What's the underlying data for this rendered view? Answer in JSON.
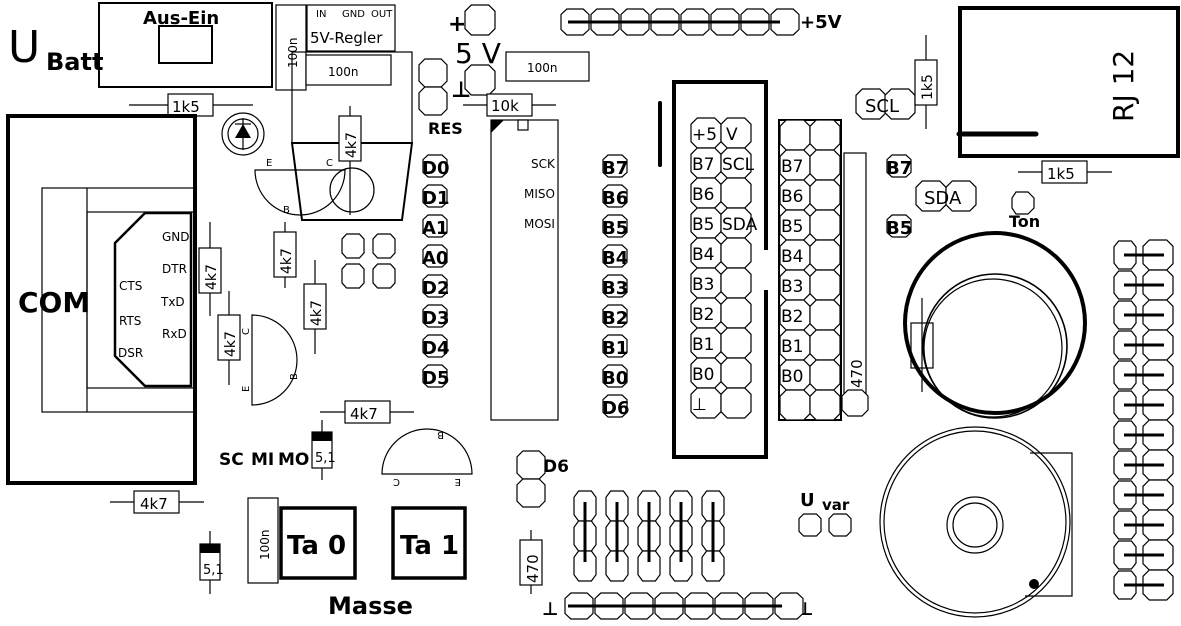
{
  "board": {
    "title_power": "U",
    "title_power_sub": "Batt",
    "switch_label": "Aus-Ein",
    "regulator_label": "5V-Regler",
    "regulator_pins": [
      "IN",
      "GND",
      "OUT"
    ],
    "supply_label": "5 V",
    "plus_label": "+",
    "ground_symbol": "⊥",
    "rail_top_label": "+5V",
    "reset_label": "RES",
    "com_label": "COM",
    "com_pins_left": [
      "CTS",
      "RTS",
      "DSR"
    ],
    "com_pins_right": [
      "GND",
      "DTR",
      "TxD",
      "RxD"
    ],
    "rj_label": "RJ 12",
    "tone_label": "Ton",
    "uvar_label": "U",
    "uvar_sub": "var",
    "ground_label": "Masse",
    "button_labels": [
      "Ta 0",
      "Ta 1"
    ],
    "isp_pads": [
      "SC",
      "MI",
      "MO"
    ],
    "transistor_pins": [
      "E",
      "B",
      "C"
    ]
  },
  "components": {
    "resistors": {
      "r_1k5_top": "1k5",
      "r_1k5_right_v": "1k5",
      "r_1k5_rj": "1k5",
      "r_10k": "10k",
      "r_4k7": "4k7",
      "r_470": "470"
    },
    "capacitors": {
      "c_100n": "100n"
    },
    "zener": "5,1"
  },
  "mcu": {
    "spi_labels": [
      "SCK",
      "MISO",
      "MOSI"
    ],
    "left_pins": [
      "D0",
      "D1",
      "A1",
      "A0",
      "D2",
      "D3",
      "D4",
      "D5"
    ],
    "right_pins": [
      "B7",
      "B6",
      "B5",
      "B4",
      "B3",
      "B2",
      "B1",
      "B0",
      "D6"
    ]
  },
  "header": {
    "left_col": [
      "+5",
      "B7",
      "B6",
      "B5",
      "B4",
      "B3",
      "B2",
      "B1",
      "B0",
      "⊥"
    ],
    "right_col": [
      "V",
      "SCL",
      "",
      "SDA",
      "",
      "",
      "",
      "",
      "",
      ""
    ]
  },
  "led_header": {
    "labels": [
      "",
      "B7",
      "B6",
      "B5",
      "B4",
      "B3",
      "B2",
      "B1",
      "B0",
      ""
    ],
    "resistor": "470"
  },
  "i2c": {
    "scl": "SCL",
    "sda": "SDA",
    "b7": "B7",
    "b5": "B5"
  },
  "d6_label": "D6"
}
